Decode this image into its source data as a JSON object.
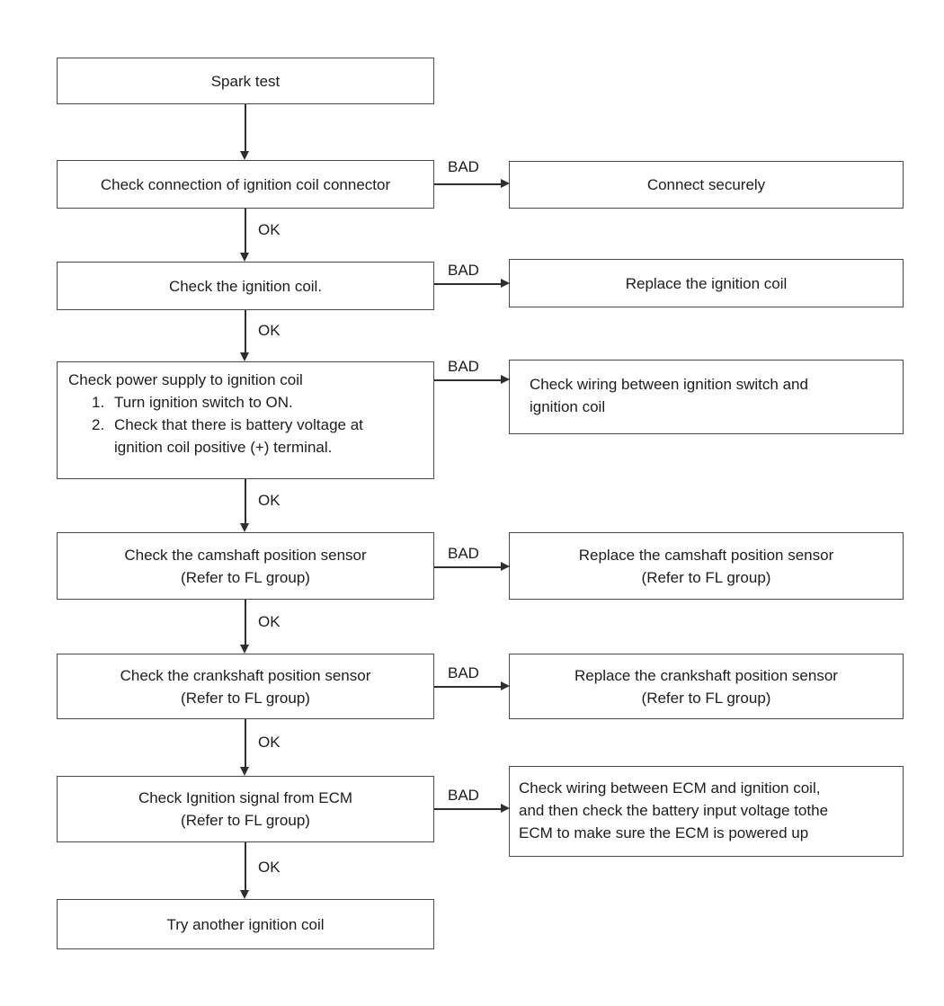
{
  "labels": {
    "ok": "OK",
    "bad": "BAD"
  },
  "colors": {
    "background": "#ffffff",
    "box_border": "#4a4a4a",
    "connector_line": "#2e2e2e",
    "text": "#1d1d1d"
  },
  "nodes": {
    "spark_test": {
      "text": "Spark test"
    },
    "check_connector": {
      "text": "Check connection of ignition coil connector"
    },
    "connect_securely": {
      "text": "Connect securely"
    },
    "check_ignition_coil": {
      "text": "Check the ignition coil."
    },
    "replace_ignition_coil": {
      "text": "Replace the ignition coil"
    },
    "check_power_supply": {
      "title": "Check power supply to ignition coil",
      "steps": [
        {
          "num": "1.",
          "lines": [
            "Turn ignition switch to ON."
          ]
        },
        {
          "num": "2.",
          "lines": [
            "Check that there is battery voltage at",
            "ignition coil positive (+) terminal."
          ]
        }
      ]
    },
    "check_wiring_switch": {
      "lines": [
        "Check wiring between ignition switch and",
        "ignition coil"
      ]
    },
    "check_camshaft": {
      "lines": [
        "Check the camshaft position sensor",
        "(Refer to FL group)"
      ]
    },
    "replace_camshaft": {
      "lines": [
        "Replace the camshaft position sensor",
        "(Refer to FL group)"
      ]
    },
    "check_crankshaft": {
      "lines": [
        "Check the crankshaft position sensor",
        "(Refer to FL group)"
      ]
    },
    "replace_crankshaft": {
      "lines": [
        "Replace the crankshaft position sensor",
        "(Refer to FL group)"
      ]
    },
    "check_ecm_signal": {
      "lines": [
        "Check Ignition signal from ECM",
        "(Refer to FL group)"
      ]
    },
    "check_wiring_ecm": {
      "lines": [
        "Check wiring between ECM and ignition coil,",
        "and then check the battery input voltage tothe",
        "ECM to make sure the ECM is powered up"
      ]
    },
    "try_another_coil": {
      "text": "Try another ignition coil"
    }
  }
}
